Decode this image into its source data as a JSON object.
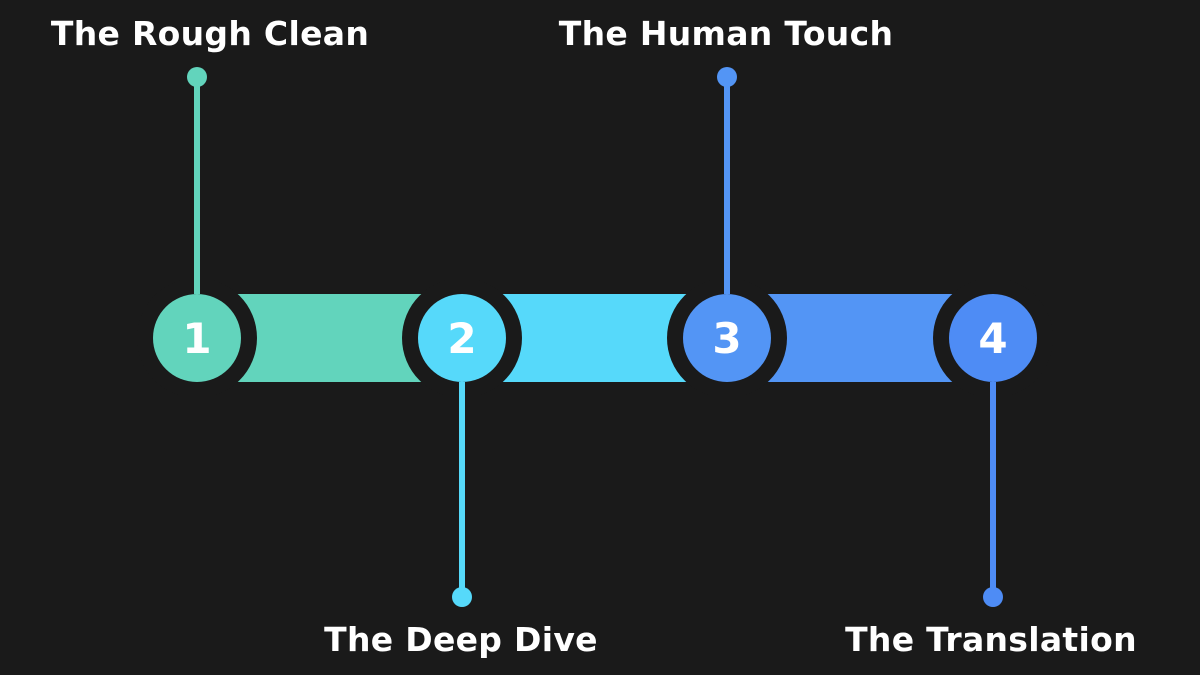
{
  "steps": [
    {
      "number": "1",
      "label": "The Rough Clean",
      "color": "#62d4bc"
    },
    {
      "number": "2",
      "label": "The Deep Dive",
      "color": "#56d9fa"
    },
    {
      "number": "3",
      "label": "The Human Touch",
      "color": "#5395f5"
    },
    {
      "number": "4",
      "label": "The Translation",
      "color": "#4e8cf5"
    }
  ]
}
